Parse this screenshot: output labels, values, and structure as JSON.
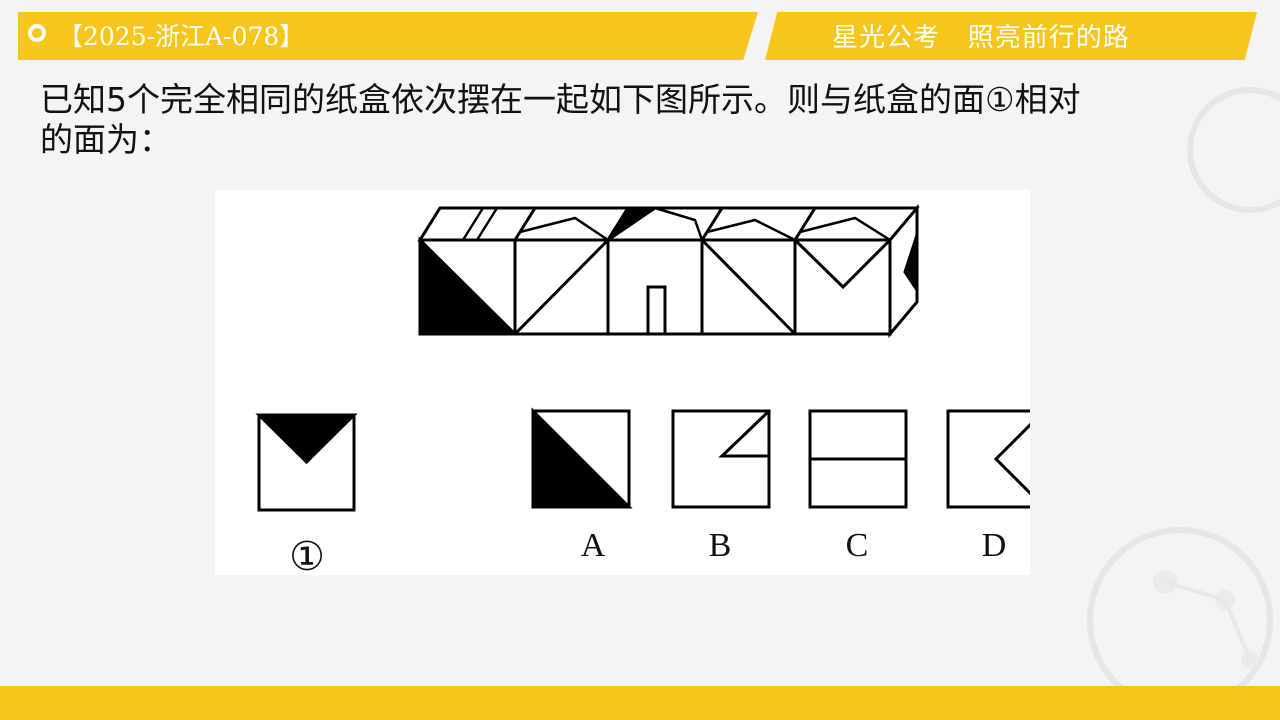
{
  "header": {
    "code": "【2025-浙江A-078】",
    "brand": "星光公考   照亮前行的路"
  },
  "question": {
    "text": "已知5个完全相同的纸盒依次摆在一起如下图所示。则与纸盒的面①相对\n的面为："
  },
  "figure": {
    "reference_label": "①",
    "options": [
      {
        "label": "A"
      },
      {
        "label": "B"
      },
      {
        "label": "C"
      },
      {
        "label": "D"
      }
    ]
  },
  "colors": {
    "accent": "#f6c61c",
    "background": "#f4f4f4",
    "ink": "#000000"
  }
}
